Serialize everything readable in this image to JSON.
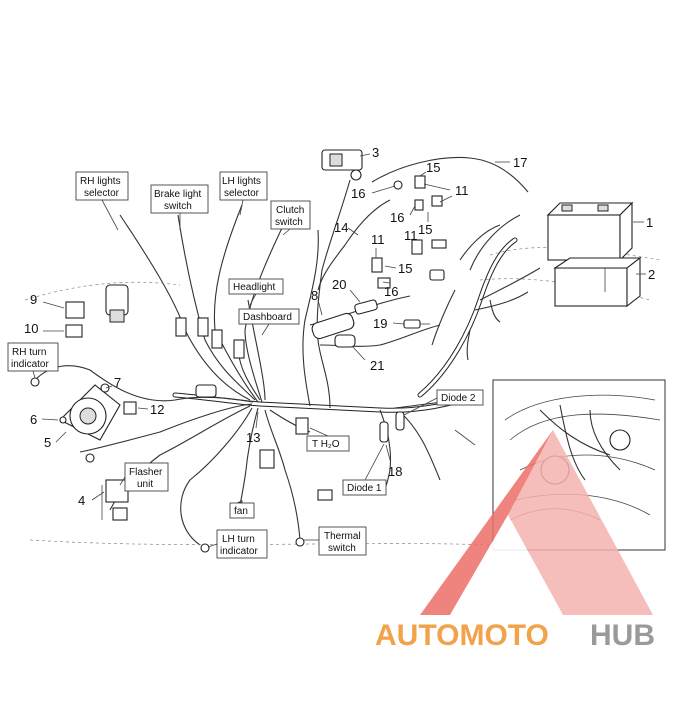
{
  "part_numbers": [
    "1",
    "2",
    "3",
    "4",
    "5",
    "6",
    "7",
    "8",
    "9",
    "10",
    "11",
    "11",
    "11",
    "12",
    "13",
    "14",
    "15",
    "15",
    "15",
    "16",
    "16",
    "16",
    "17",
    "18",
    "19",
    "20",
    "21"
  ],
  "labels": {
    "rh_lights_selector": [
      "RH lights",
      "selector"
    ],
    "brake_light_switch": [
      "Brake light",
      "switch"
    ],
    "lh_lights_selector": [
      "LH lights",
      "selector"
    ],
    "clutch_switch": [
      "Clutch",
      "switch"
    ],
    "headlight": "Headlight",
    "dashboard": "Dashboard",
    "rh_turn_indicator": [
      "RH turn",
      "indicator"
    ],
    "flasher_unit": [
      "Flasher",
      "unit"
    ],
    "fan": "fan",
    "lh_turn_indicator": [
      "LH turn",
      "indicator"
    ],
    "thermal_switch": [
      "Thermal",
      "switch"
    ],
    "t_h2o": "T  H₂O",
    "diode_1": "Diode 1",
    "diode_2": "Diode 2"
  },
  "watermark": {
    "part1": "AUTOMOTO",
    "part2": "HUB",
    "color_orange": "#f2a24a",
    "color_gray": "#9a9a9a",
    "color_red": "#e8443a"
  }
}
